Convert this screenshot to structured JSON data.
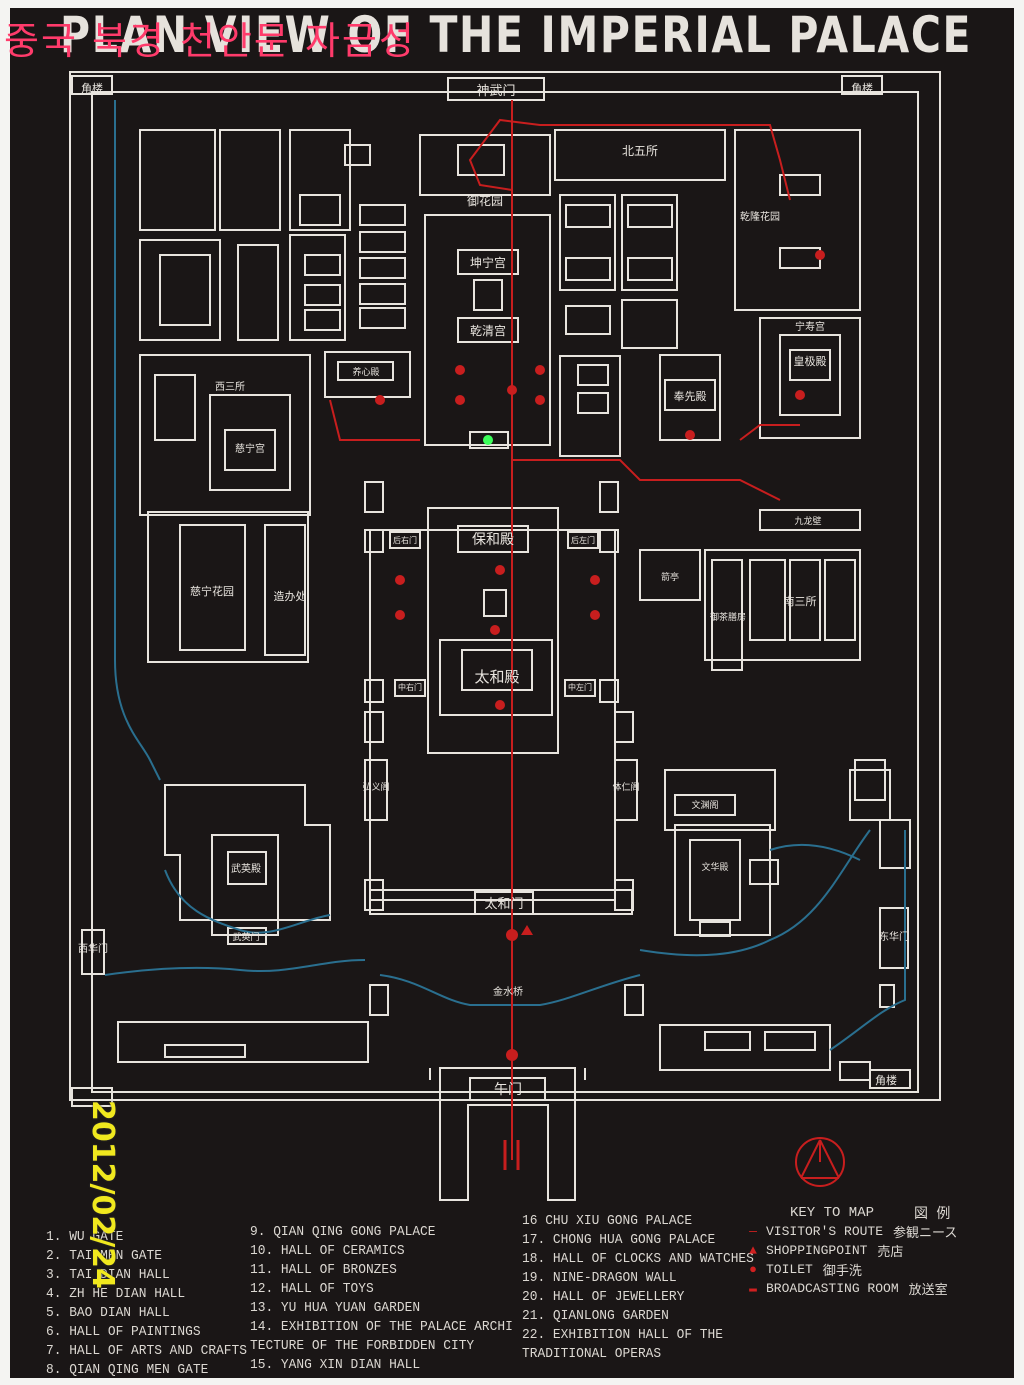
{
  "title": "PLAN VIEW OF THE IMPERIAL PALACE",
  "watermark": "중국 북경 천안문 자금성",
  "date_stamp": "2012/02/24",
  "map_labels": {
    "north_gate": "神武门",
    "corner_tower": "角楼",
    "imperial_garden": "御花园",
    "kunning": "坤宁宫",
    "qianqing": "乾清宫",
    "baohe": "保和殿",
    "taihe_hall": "太和殿",
    "taihe_gate": "太和门",
    "meridian_gate": "午门",
    "west_gate": "西华门",
    "east_gate": "东华门",
    "wuying": "武英殿",
    "cining_garden": "慈宁花园",
    "cining": "慈宁宫",
    "zaoban": "造办处",
    "fengxian": "奉先殿",
    "huangji": "皇极殿",
    "ningshou": "宁寿宫",
    "qianlong_garden": "乾隆花园",
    "nansan": "南三所",
    "xisan": "西三所",
    "beiwu": "北五所",
    "jinshui": "金水桥",
    "hongyi": "弘义阁",
    "tiren": "体仁阁",
    "wenhua": "文华殿",
    "wenyuan": "文渊阁",
    "yangxin": "养心殿",
    "jiulong": "九龙壁",
    "yucha": "御茶膳房",
    "jianting": "箭亭",
    "wuying_gate": "武英门",
    "zhongzuo": "中左门",
    "zhongyou": "中右门",
    "houzuo": "后左门",
    "houyou": "后右门"
  },
  "legend": {
    "col1": [
      "1.  WU  GATE",
      "2.  TAI  MEN GATE",
      "3.  TAI  DIAN HALL",
      "4.  ZH  HE DIAN HALL",
      "5.  BAO  DIAN HALL",
      "6.  HALL OF PAINTINGS",
      "7.  HALL OF ARTS AND CRAFTS",
      "8.  QIAN QING MEN GATE"
    ],
    "col2": [
      "9.  QIAN QING GONG PALACE",
      "10.  HALL OF CERAMICS",
      "11.  HALL OF BRONZES",
      "12.  HALL OF TOYS",
      "13.  YU HUA YUAN GARDEN",
      "14.  EXHIBITION OF THE PALACE ARCHI",
      "     TECTURE OF THE FORBIDDEN CITY",
      "15.  YANG XIN DIAN HALL"
    ],
    "col3": [
      "16  CHU XIU GONG PALACE",
      "17.  CHONG HUA GONG PALACE",
      "18.  HALL OF CLOCKS AND WATCHES",
      "19.  NINE-DRAGON WALL",
      "20.  HALL OF JEWELLERY",
      "21.  QIANLONG GARDEN",
      "22.  EXHIBITION HALL OF THE",
      "     TRADITIONAL OPERAS"
    ]
  },
  "key": {
    "title": "KEY TO MAP",
    "title_ja": "図 例",
    "items": [
      {
        "label": "VISITOR'S ROUTE",
        "ja": "参観ニース",
        "symbol": "—"
      },
      {
        "label": "SHOPPINGPOINT",
        "ja": "売店",
        "symbol": "▲"
      },
      {
        "label": "TOILET",
        "ja": "御手洗",
        "symbol": "●"
      },
      {
        "label": "BROADCASTING ROOM",
        "ja": "放送室",
        "symbol": "▬"
      }
    ]
  },
  "colors": {
    "background": "#1a1616",
    "lines": "#e8e4de",
    "route": "#c81e1e",
    "water": "#2a6f8f",
    "stamp": "#f0e81e",
    "watermark": "#ff3b6b"
  }
}
